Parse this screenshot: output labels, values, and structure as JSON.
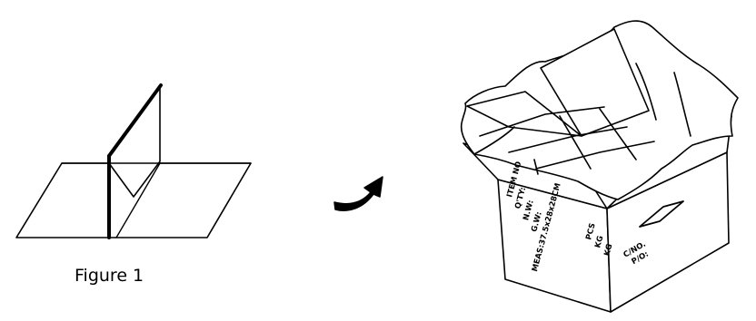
{
  "figure_caption": "Figure 1",
  "carton_markings": {
    "item_no": "ITEM NO",
    "qty": "Q'TY:",
    "nw": "N.W:",
    "gw": "G.W:",
    "meas": "MEAS:37.5x28x28CM",
    "pcs": "PCS",
    "kgs_1": "KG",
    "kgs_2": "KG",
    "ctn_no": "C/NO.",
    "po": "P/O:"
  },
  "icons": {
    "arrow": "curved-arrow-right-icon",
    "divider": "cardboard-divider-icon",
    "box": "open-carton-box-icon",
    "handle": "handle-hole-icon"
  },
  "colors": {
    "ink": "#000000",
    "paper": "#ffffff"
  }
}
